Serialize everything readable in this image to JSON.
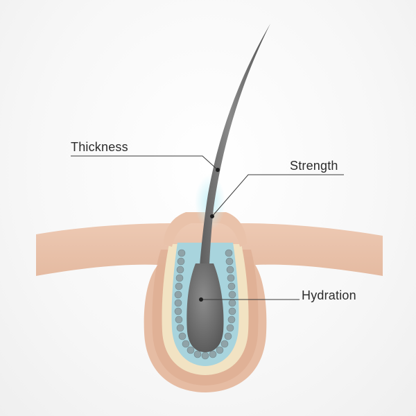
{
  "labels": {
    "thickness": "Thickness",
    "strength": "Strength",
    "hydration": "Hydration"
  },
  "colors": {
    "skin": "#e8c2ab",
    "skin_shadow": "#d9a98e",
    "sheath_cream": "#f1e2c0",
    "sheath_blue": "#a9d3dc",
    "hair": "#6f6f6f",
    "hair_dark": "#4d4d4d",
    "leader_line": "#3a3a3a",
    "text": "#2b2b2b"
  }
}
